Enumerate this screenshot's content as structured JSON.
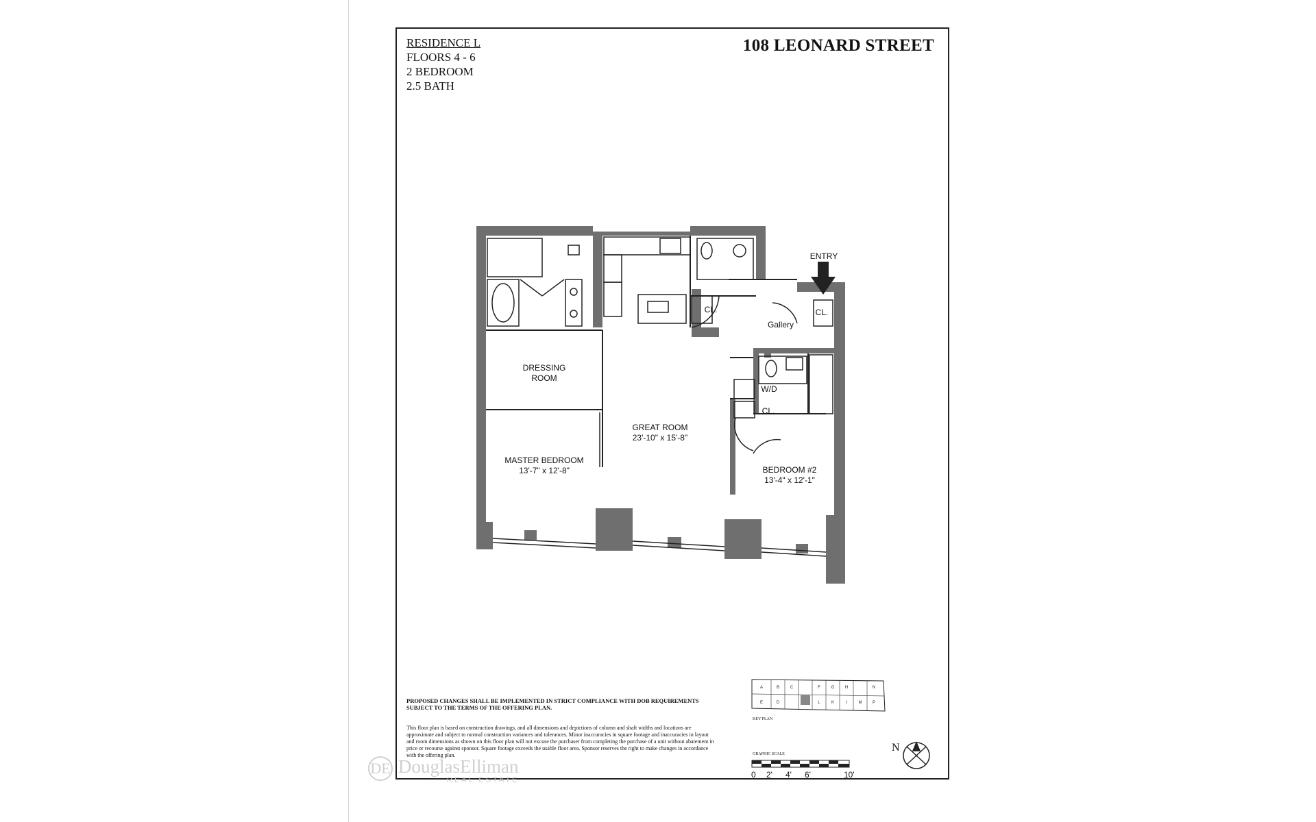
{
  "listing": {
    "residence": "RESIDENCE L",
    "floors": "FLOORS  4 - 6",
    "bedrooms": "2 BEDROOM",
    "baths": "2.5 BATH",
    "building": "108 LEONARD STREET"
  },
  "plan": {
    "entry": "ENTRY",
    "gallery": "Gallery",
    "closet": "CL.",
    "washer_dryer": "W/D",
    "dressing_line1": "DRESSING",
    "dressing_line2": "ROOM",
    "great_room": "GREAT ROOM",
    "great_room_dims": "23'-10\" x 15'-8\"",
    "master_bedroom": "MASTER BEDROOM",
    "master_bedroom_dims": "13'-7\" x 12'-8\"",
    "bedroom2": "BEDROOM #2",
    "bedroom2_dims": "13'-4\" x 12'-1\""
  },
  "key_plan": {
    "caption": "KEY PLAN",
    "units": [
      "A",
      "B",
      "C",
      "F",
      "G",
      "H",
      "N",
      "E",
      "D",
      "L",
      "K",
      "I",
      "M",
      "P"
    ]
  },
  "scale": {
    "caption": "GRAPHIC SCALE",
    "ticks": [
      "0",
      "2'",
      "4'",
      "6'",
      "10'"
    ]
  },
  "north": "N",
  "notes": {
    "compliance": "PROPOSED CHANGES SHALL BE IMPLEMENTED IN STRICT COMPLIANCE WITH DOB REQUIREMENTS SUBJECT TO THE TERMS OF THE OFFERING PLAN.",
    "disclaimer": "This floor plan is based on construction drawings, and all dimensions and depictions of column and shaft widths and locations are approximate and subject to normal construction variances and tolerances. Minor inaccuracies in square footage and inaccuracies in layout and room dimensions as shown on this floor plan will not excuse the purchaser from completing the purchase of a unit without abatement in price or recourse against sponsor. Square footage exceeds the usable floor area. Sponsor reserves the right to make changes in accordance with the offering plan."
  },
  "watermark": {
    "logo": "DE",
    "name": "DouglasElliman",
    "sub": "REAL ESTATE"
  },
  "colors": {
    "wall": "#6f6f6f",
    "line": "#222222",
    "paper": "#ffffff"
  }
}
